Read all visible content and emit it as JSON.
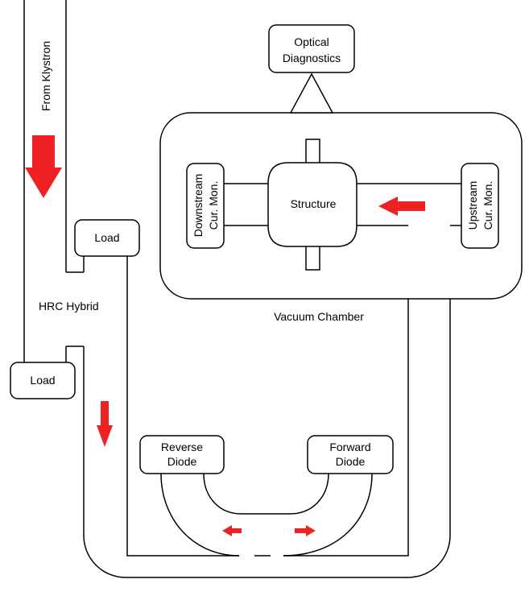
{
  "labels": {
    "from_klystron": "From Klystron",
    "load_upper": "Load",
    "load_lower": "Load",
    "hrc_hybrid": "HRC Hybrid",
    "optical_line1": "Optical",
    "optical_line2": "Diagnostics",
    "structure": "Structure",
    "downstream_line1": "Downstream",
    "downstream_line2": "Cur. Mon.",
    "upstream_line1": "Upstream",
    "upstream_line2": "Cur. Mon.",
    "vacuum_chamber": "Vacuum Chamber",
    "reverse_line1": "Reverse",
    "reverse_line2": "Diode",
    "forward_line1": "Forward",
    "forward_line2": "Diode"
  },
  "colors": {
    "arrow": "#ee2222",
    "line": "#000000"
  }
}
